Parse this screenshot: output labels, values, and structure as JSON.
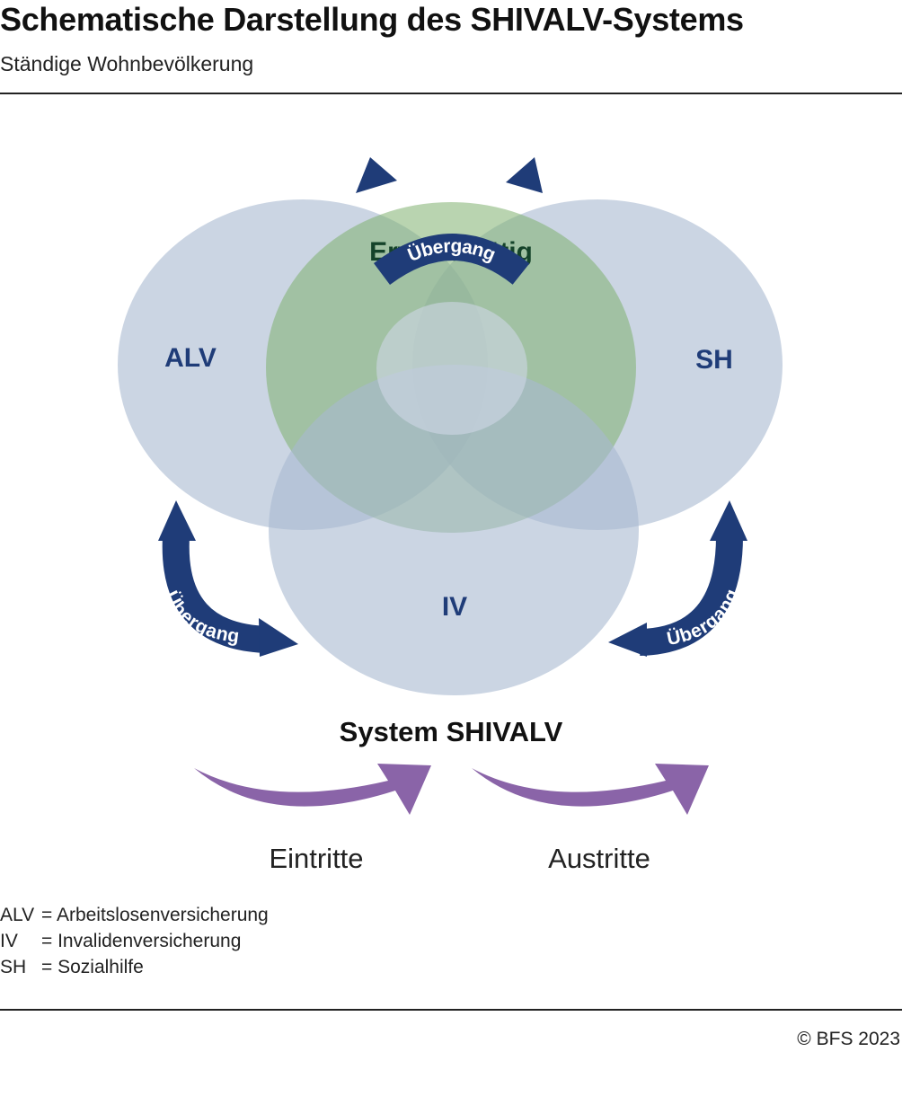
{
  "header": {
    "title": "Schematische Darstellung des SHIVALV-Systems",
    "subtitle": "Ständige Wohnbevölkerung"
  },
  "diagram": {
    "circles": {
      "alv": "ALV",
      "sh": "SH",
      "iv": "IV",
      "employed": "Erwerbstätig"
    },
    "transition_label": "Übergang",
    "system_label": "System SHIVALV",
    "entries_label": "Eintritte",
    "exits_label": "Austritte",
    "colors": {
      "circle_fill": "#a9b9d1",
      "employed_fill": "#7fb070",
      "label_blue": "#1f3c78",
      "employed_label": "#15432a",
      "transition_arrow": "#1f3c78",
      "flow_arrow": "#8a64a8"
    }
  },
  "legend": [
    {
      "abbr": "ALV",
      "text": "= Arbeitslosenversicherung"
    },
    {
      "abbr": "IV",
      "text": "= Invalidenversicherung"
    },
    {
      "abbr": "SH",
      "text": "= Sozialhilfe"
    }
  ],
  "footer": {
    "source": "© BFS 2023"
  }
}
